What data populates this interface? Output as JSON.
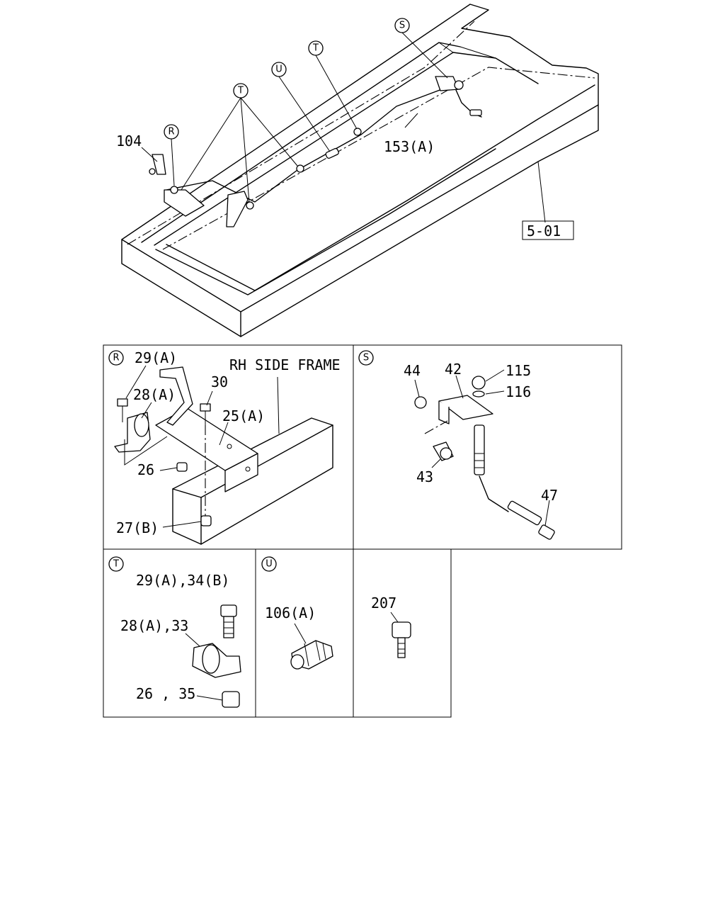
{
  "main_view": {
    "callouts": {
      "r": "R",
      "s": "S",
      "t": "T",
      "u": "U"
    },
    "labels": {
      "p104": "104",
      "p153a": "153(A)",
      "ref": "5-01"
    }
  },
  "panel_r": {
    "tag": "R",
    "frame_label": "RH SIDE FRAME",
    "labels": [
      "29(A)",
      "28(A)",
      "30",
      "25(A)",
      "26",
      "27(B)"
    ]
  },
  "panel_s": {
    "tag": "S",
    "labels": [
      "44",
      "42",
      "115",
      "116",
      "43",
      "47"
    ]
  },
  "panel_t": {
    "tag": "T",
    "labels": [
      "29(A),34(B)",
      "28(A),33",
      "26 , 35"
    ]
  },
  "panel_u": {
    "tag": "U",
    "labels": [
      "106(A)"
    ]
  },
  "panel_207": {
    "labels": [
      "207"
    ]
  }
}
